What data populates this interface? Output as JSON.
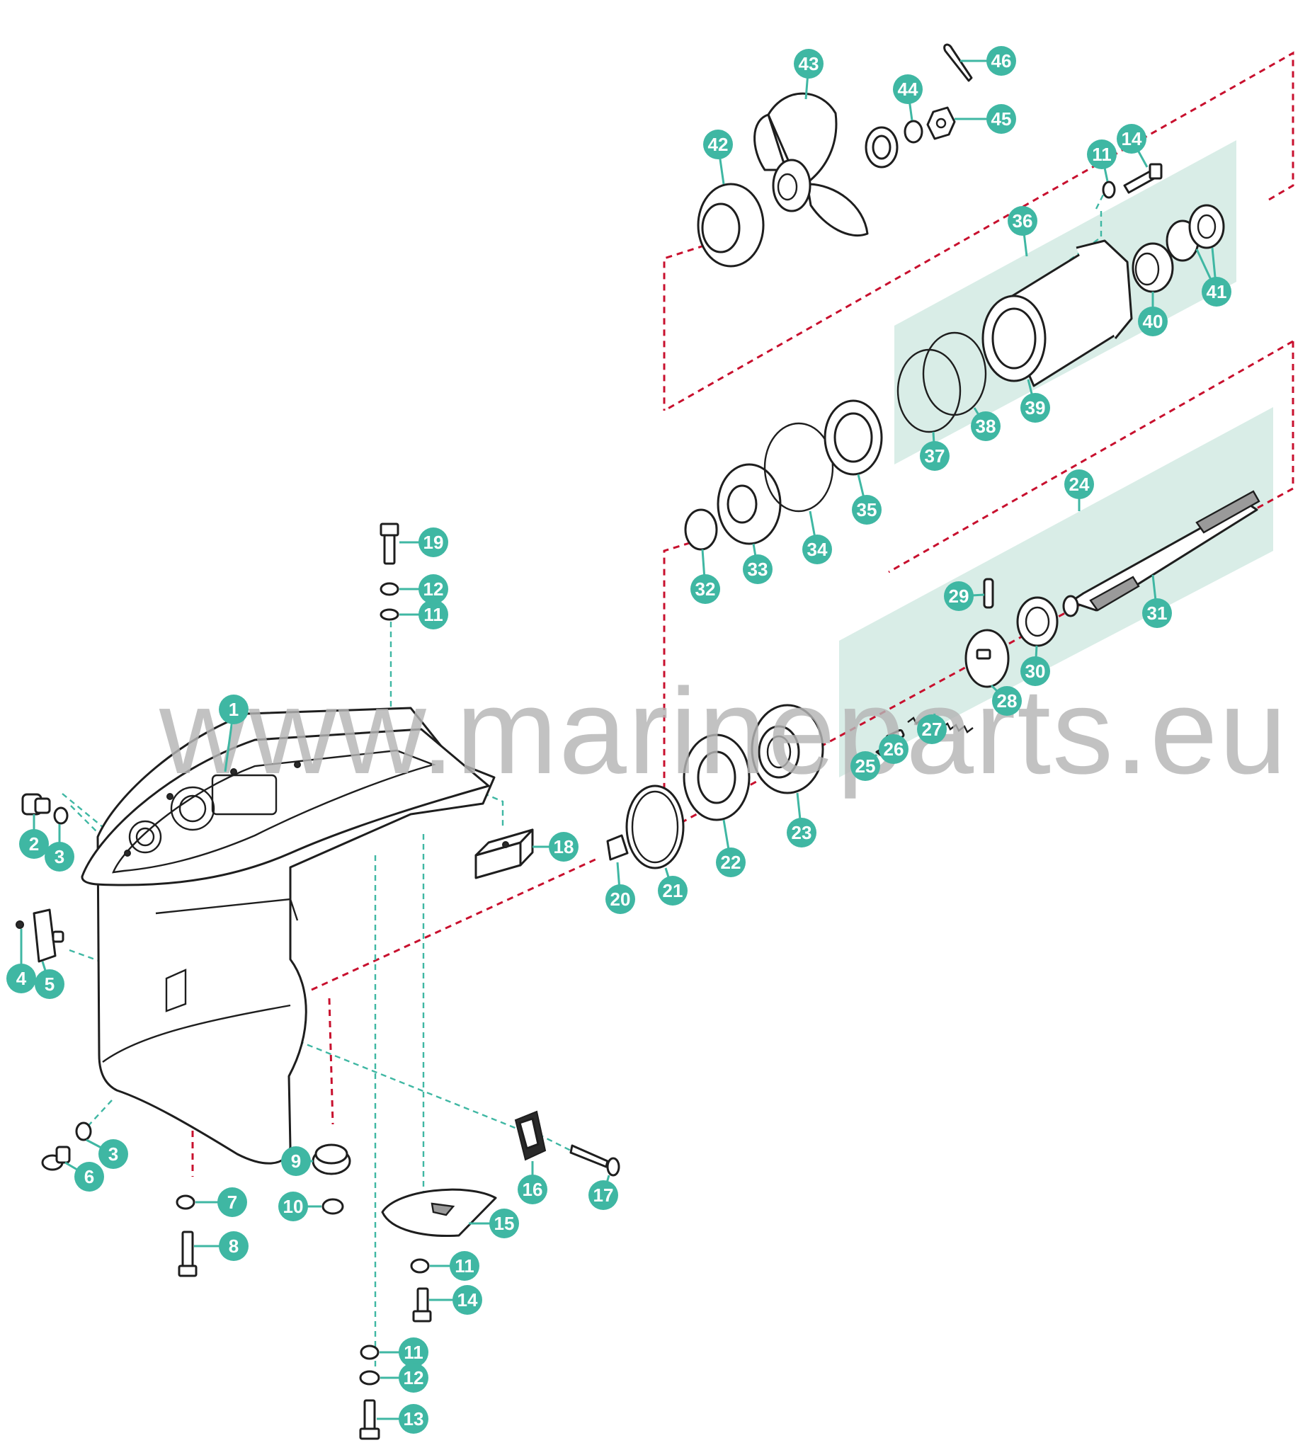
{
  "watermark": "www.marineparts.eu",
  "colors": {
    "badge": "#3fb7a3",
    "guide_red": "#c8102e",
    "guide_teal": "#3fb7a3",
    "tint": "#d9ede7",
    "watermark": "#b4b4b4"
  },
  "callouts": [
    {
      "id": "c1",
      "label": "1"
    },
    {
      "id": "c2",
      "label": "2"
    },
    {
      "id": "c3a",
      "label": "3"
    },
    {
      "id": "c3b",
      "label": "3"
    },
    {
      "id": "c4",
      "label": "4"
    },
    {
      "id": "c5",
      "label": "5"
    },
    {
      "id": "c6",
      "label": "6"
    },
    {
      "id": "c7",
      "label": "7"
    },
    {
      "id": "c8",
      "label": "8"
    },
    {
      "id": "c9",
      "label": "9"
    },
    {
      "id": "c10",
      "label": "10"
    },
    {
      "id": "c11a",
      "label": "11"
    },
    {
      "id": "c11b",
      "label": "11"
    },
    {
      "id": "c11c",
      "label": "11"
    },
    {
      "id": "c11d",
      "label": "11"
    },
    {
      "id": "c12a",
      "label": "12"
    },
    {
      "id": "c12b",
      "label": "12"
    },
    {
      "id": "c13",
      "label": "13"
    },
    {
      "id": "c14a",
      "label": "14"
    },
    {
      "id": "c14b",
      "label": "14"
    },
    {
      "id": "c15",
      "label": "15"
    },
    {
      "id": "c16",
      "label": "16"
    },
    {
      "id": "c17",
      "label": "17"
    },
    {
      "id": "c18",
      "label": "18"
    },
    {
      "id": "c19",
      "label": "19"
    },
    {
      "id": "c20",
      "label": "20"
    },
    {
      "id": "c21",
      "label": "21"
    },
    {
      "id": "c22",
      "label": "22"
    },
    {
      "id": "c23",
      "label": "23"
    },
    {
      "id": "c24",
      "label": "24"
    },
    {
      "id": "c25",
      "label": "25"
    },
    {
      "id": "c26",
      "label": "26"
    },
    {
      "id": "c27",
      "label": "27"
    },
    {
      "id": "c28",
      "label": "28"
    },
    {
      "id": "c29",
      "label": "29"
    },
    {
      "id": "c30",
      "label": "30"
    },
    {
      "id": "c31",
      "label": "31"
    },
    {
      "id": "c32",
      "label": "32"
    },
    {
      "id": "c33",
      "label": "33"
    },
    {
      "id": "c34",
      "label": "34"
    },
    {
      "id": "c35",
      "label": "35"
    },
    {
      "id": "c36",
      "label": "36"
    },
    {
      "id": "c37",
      "label": "37"
    },
    {
      "id": "c38",
      "label": "38"
    },
    {
      "id": "c39",
      "label": "39"
    },
    {
      "id": "c40",
      "label": "40"
    },
    {
      "id": "c41",
      "label": "41"
    },
    {
      "id": "c42",
      "label": "42"
    },
    {
      "id": "c43",
      "label": "43"
    },
    {
      "id": "c44",
      "label": "44"
    },
    {
      "id": "c45",
      "label": "45"
    },
    {
      "id": "c46",
      "label": "46"
    }
  ]
}
